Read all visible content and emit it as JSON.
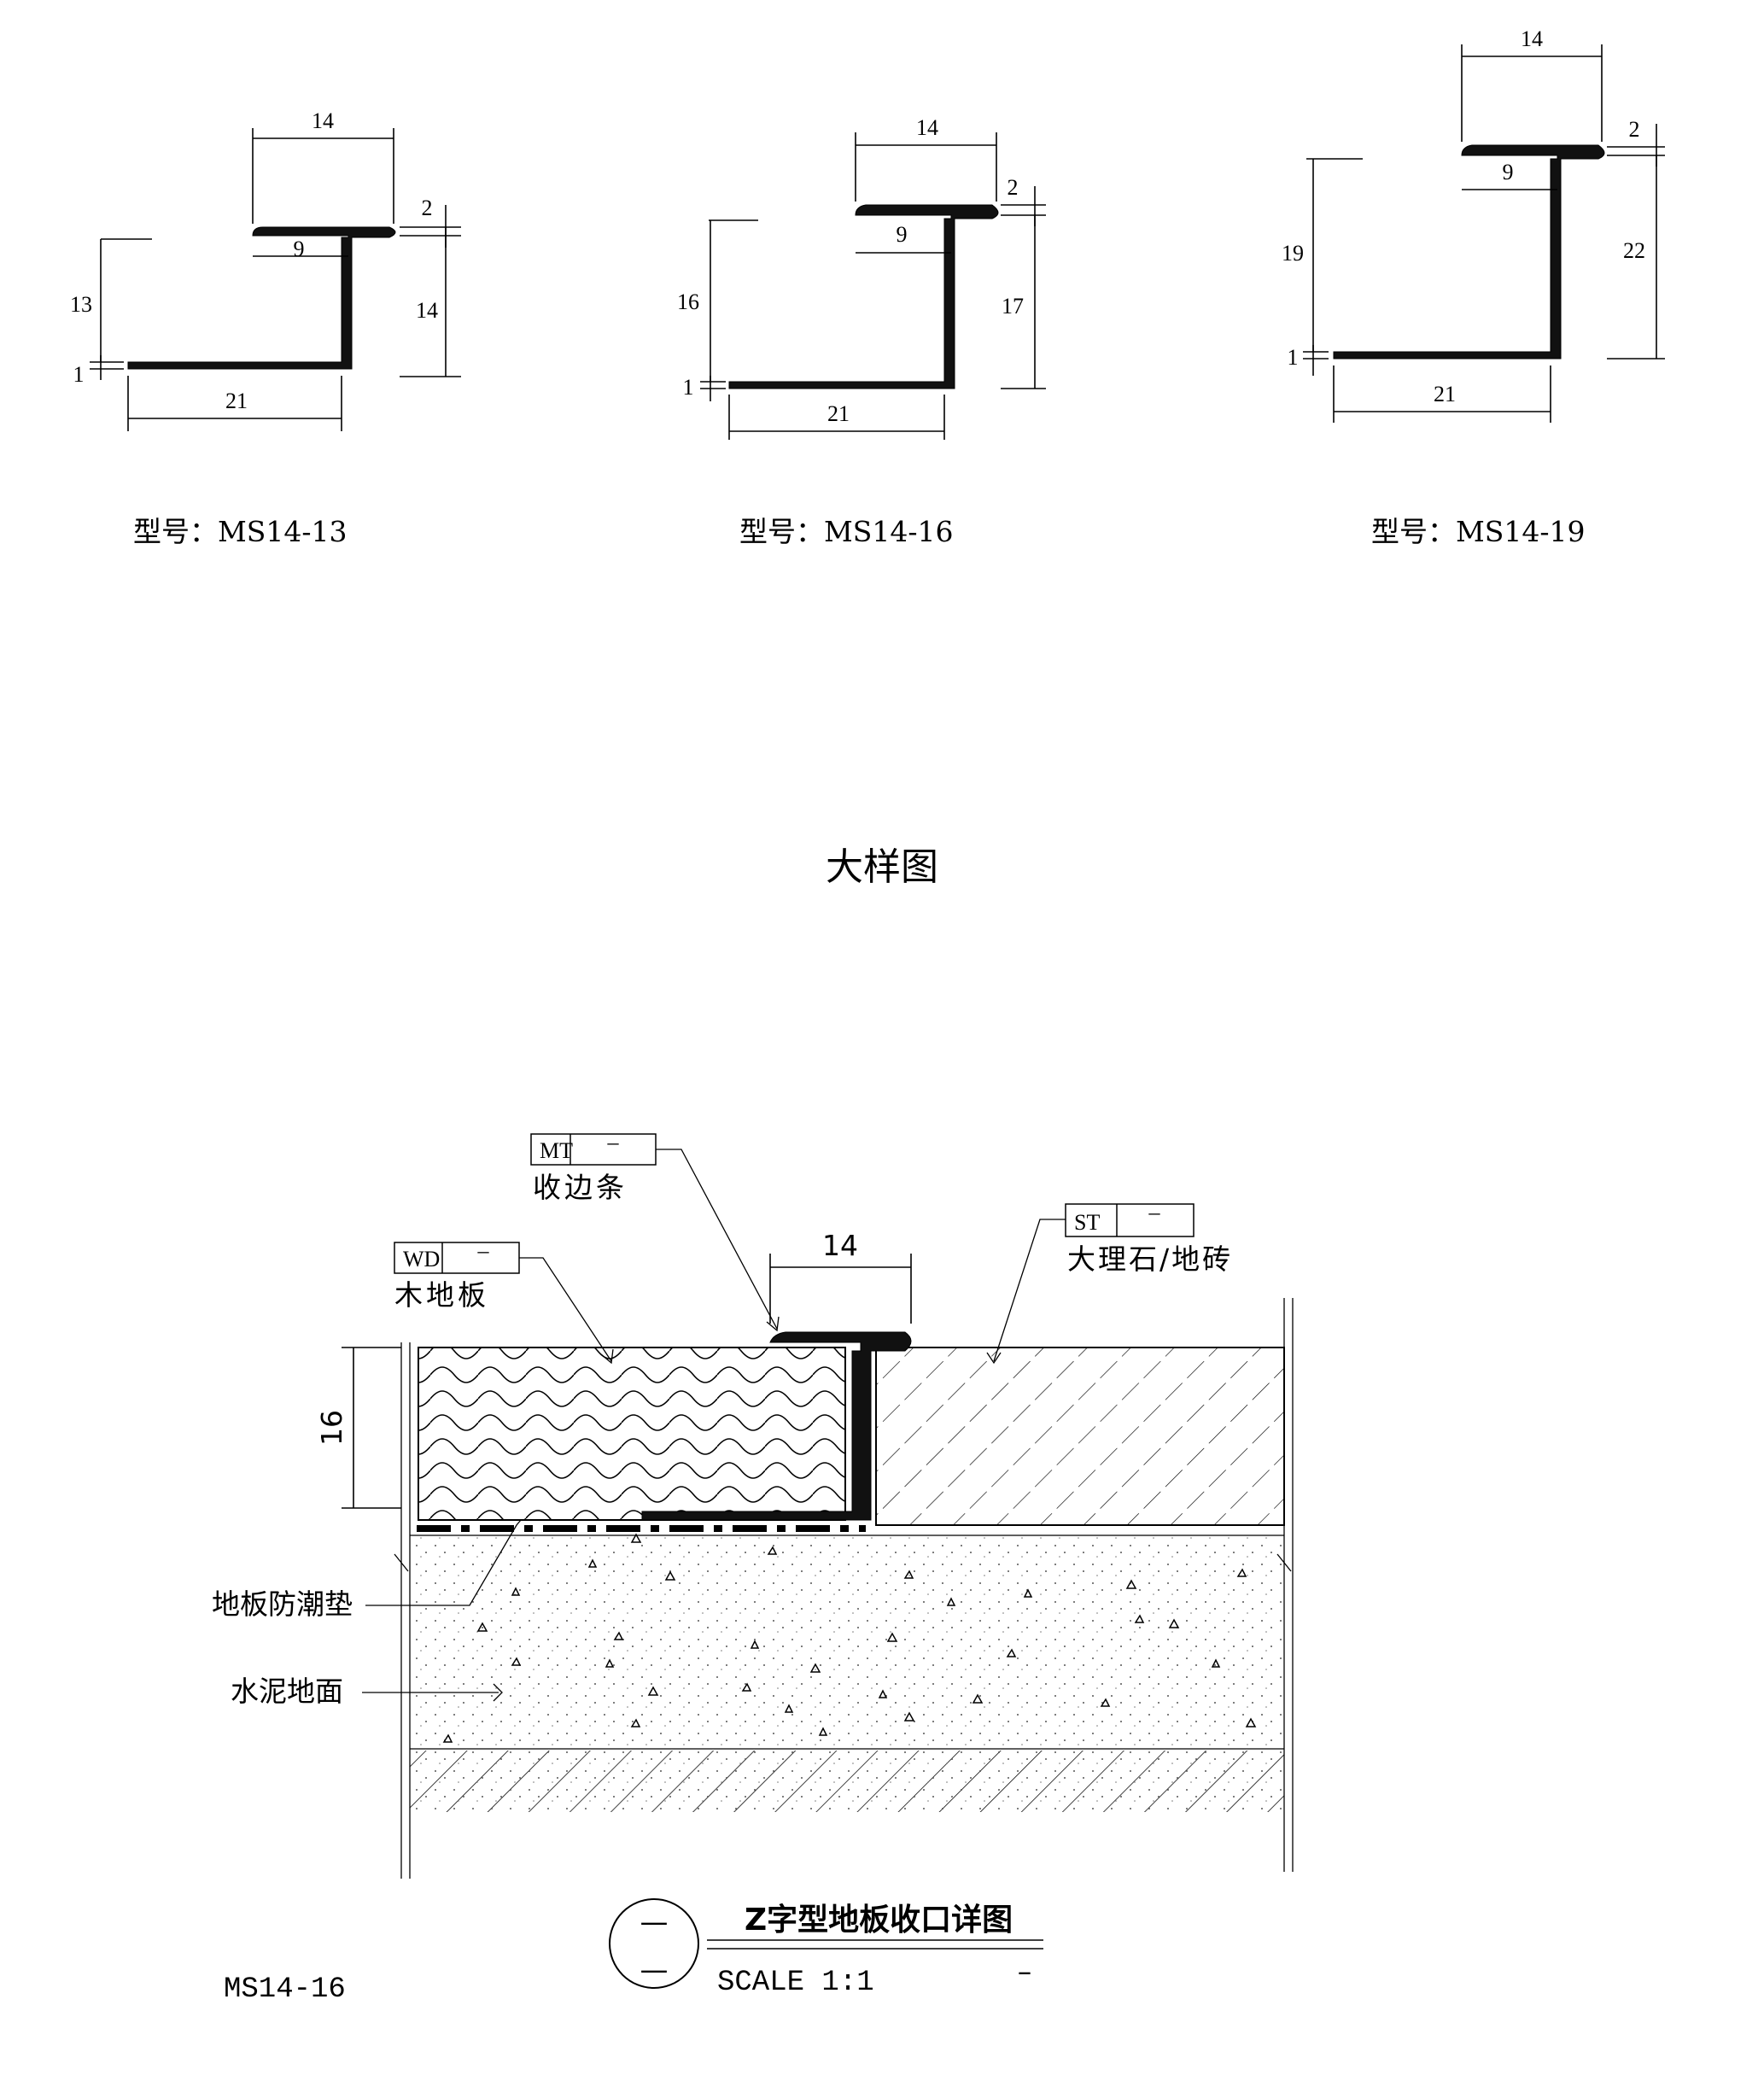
{
  "profiles": [
    {
      "model": "型号：MS14-13",
      "top": "14",
      "cap": "2",
      "inner": "9",
      "left_h": "13",
      "right_h": "14",
      "base": "1",
      "bottom": "21"
    },
    {
      "model": "型号：MS14-16",
      "top": "14",
      "cap": "2",
      "inner": "9",
      "left_h": "16",
      "right_h": "17",
      "base": "1",
      "bottom": "21"
    },
    {
      "model": "型号：MS14-19",
      "top": "14",
      "cap": "2",
      "inner": "9",
      "left_h": "19",
      "right_h": "22",
      "base": "1",
      "bottom": "21"
    }
  ],
  "section_title": "大样图",
  "detail": {
    "tags": [
      {
        "code": "MT",
        "dash": "–",
        "label": "收边条"
      },
      {
        "code": "WD",
        "dash": "–",
        "label": "木地板"
      },
      {
        "code": "ST",
        "dash": "–",
        "label": "大理石/地砖"
      }
    ],
    "top_dim": "14",
    "height_dim": "16",
    "callout_pad": "地板防潮垫",
    "callout_cement": "水泥地面",
    "model": "MS14-16",
    "title": "Z字型地板收口详图",
    "scale": "SCALE  1:1",
    "scale_dash": "–",
    "badge_dash": "—"
  }
}
